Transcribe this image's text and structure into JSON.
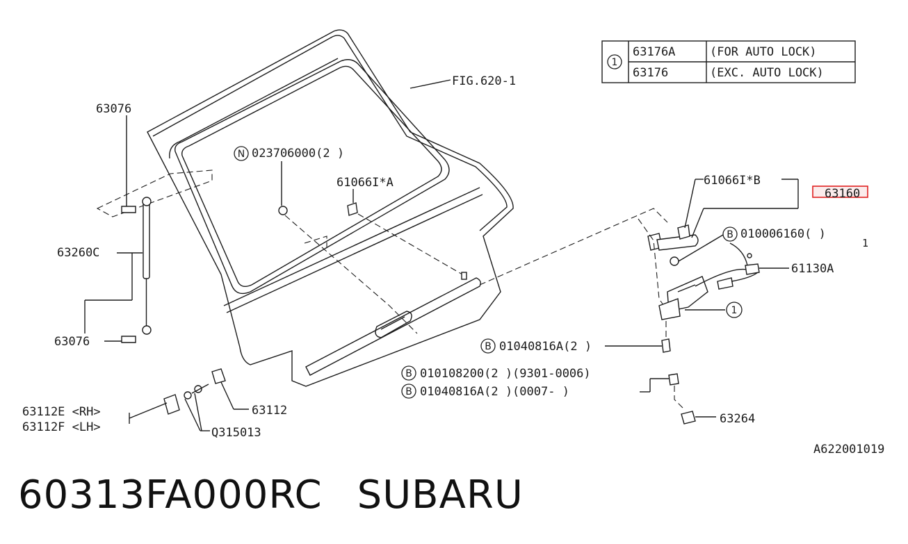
{
  "table": {
    "key": "1",
    "rows": [
      {
        "part": "63176A",
        "note": "(FOR AUTO LOCK)"
      },
      {
        "part": "63176",
        "note": "(EXC. AUTO LOCK)"
      }
    ]
  },
  "labels": {
    "fig": "FIG.620-1",
    "strut_top": "63076",
    "strut": "63260C",
    "strut_bottom": "63076",
    "nut": "023706000(2 )",
    "nut_mark": "N",
    "clip_a": "61066I*A",
    "clip_b": "61066I*B",
    "highlight_part": "63160",
    "bolt1": "010006160(   )",
    "bolt1_mark": "B",
    "bolt1_suffix": "1",
    "harness": "61130A",
    "latch_mark": "1",
    "bolt2": "01040816A(2 )",
    "bolt2_mark": "B",
    "bolt3": "010108200(2 )(9301-0006)",
    "bolt3_mark": "B",
    "bolt4": "01040816A(2 )(0007-       )",
    "bolt4_mark": "B",
    "striker": "63264",
    "hinge_rh": "63112E <RH>",
    "hinge_lh": "63112F <LH>",
    "hinge_pin": "63112",
    "hinge_bolt": "Q315013",
    "diagram_code": "A622001019"
  },
  "footer": {
    "part_number": "60313FA000RC",
    "brand": "SUBARU"
  },
  "colors": {
    "line": "#1a1a1a",
    "highlight": "#e02020"
  }
}
